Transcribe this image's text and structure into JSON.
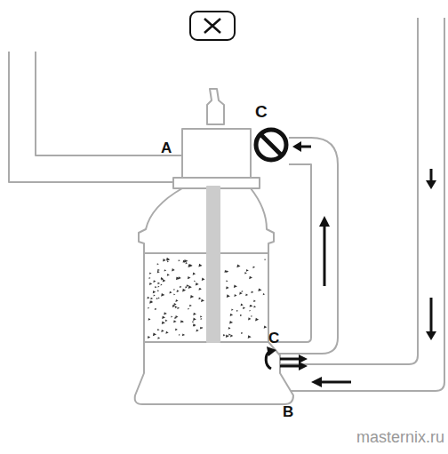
{
  "diagram": {
    "labels": [
      "A",
      "C",
      "C",
      "B",
      "masternix.ru"
    ]
  }
}
